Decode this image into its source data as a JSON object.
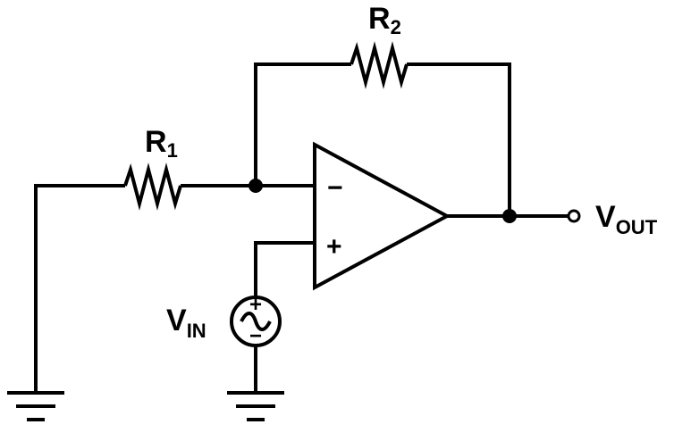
{
  "diagram": {
    "labels": {
      "r1": {
        "main": "R",
        "sub": "1"
      },
      "r2": {
        "main": "R",
        "sub": "2"
      },
      "vin": {
        "main": "V",
        "sub": "IN"
      },
      "vout": {
        "main": "V",
        "sub": "OUT"
      }
    },
    "opamp": {
      "inverting_sign": "−",
      "noninverting_sign": "+"
    },
    "source": {
      "plus": "+",
      "minus": "−"
    }
  }
}
